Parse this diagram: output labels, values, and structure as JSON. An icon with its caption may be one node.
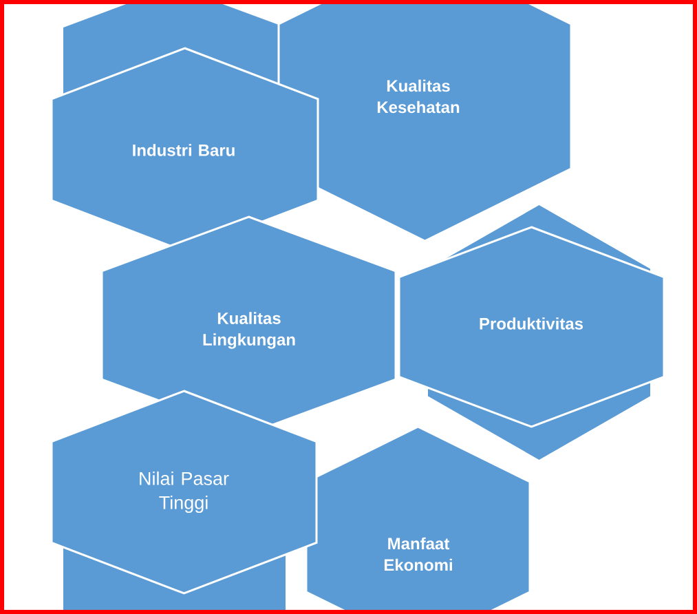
{
  "diagram": {
    "nodes": [
      {
        "text": [],
        "shape": "hexagon"
      },
      {
        "text": [
          "Kualitas Kesehatan"
        ]
      },
      {
        "text": [
          "Industri Baru"
        ]
      },
      {
        "text": [
          "Kualitas Lingkungan"
        ]
      },
      {
        "text": [],
        "shape": "hexagon"
      },
      {
        "text": [
          "Produktivitas"
        ]
      },
      {
        "text": [
          "Nilai Pasar Tinggi"
        ]
      },
      {
        "text": [],
        "shape": "hexagon"
      },
      {
        "text": [
          "Manfaat Ekonomi"
        ]
      }
    ]
  }
}
